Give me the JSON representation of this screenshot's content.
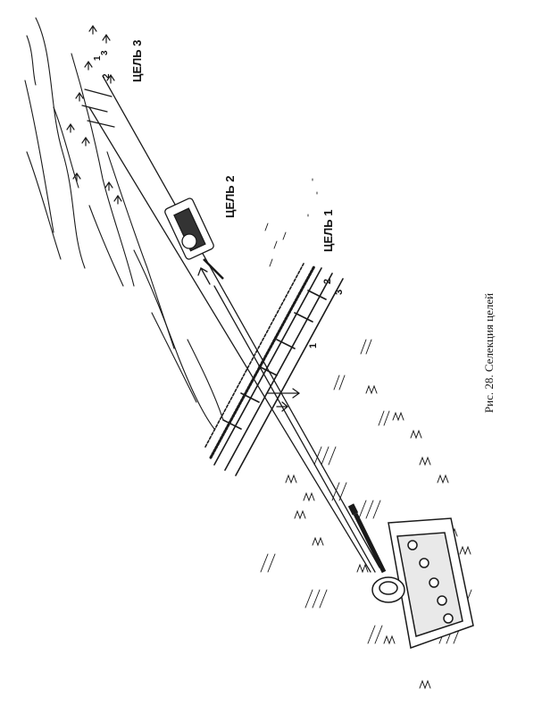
{
  "figure": {
    "caption": "Рис. 28. Селекция целей",
    "labels": {
      "target1": "ЦЕЛЬ 1",
      "target2": "ЦЕЛЬ 2",
      "target3": "ЦЕЛЬ 3"
    },
    "markers": {
      "t1_a": "2",
      "t1_b": "3",
      "t1_c": "1",
      "t3_a": "1",
      "t3_b": "2",
      "t3_c": "3"
    }
  }
}
